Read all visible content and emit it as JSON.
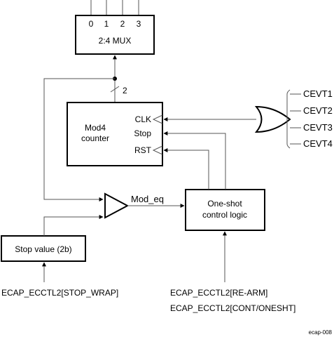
{
  "mux": {
    "title": "2:4 MUX",
    "inputs": [
      "0",
      "1",
      "2",
      "3"
    ]
  },
  "bus_width": "2",
  "counter": {
    "title_line1": "Mod4",
    "title_line2": "counter",
    "port_clk": "CLK",
    "port_stop": "Stop",
    "port_rst": "RST"
  },
  "events": [
    "CEVT1",
    "CEVT2",
    "CEVT3",
    "CEVT4"
  ],
  "comparator_output": "Mod_eq",
  "oneshot": {
    "line1": "One-shot",
    "line2": "control logic"
  },
  "stop_value": {
    "label": "Stop value (2b)"
  },
  "registers": {
    "stop_wrap": "ECAP_ECCTL2[STOP_WRAP]",
    "rearm": "ECAP_ECCTL2[RE-ARM]",
    "cont_onesht": "ECAP_ECCTL2[CONT/ONESHT]"
  },
  "figure_id": "ecap-008"
}
